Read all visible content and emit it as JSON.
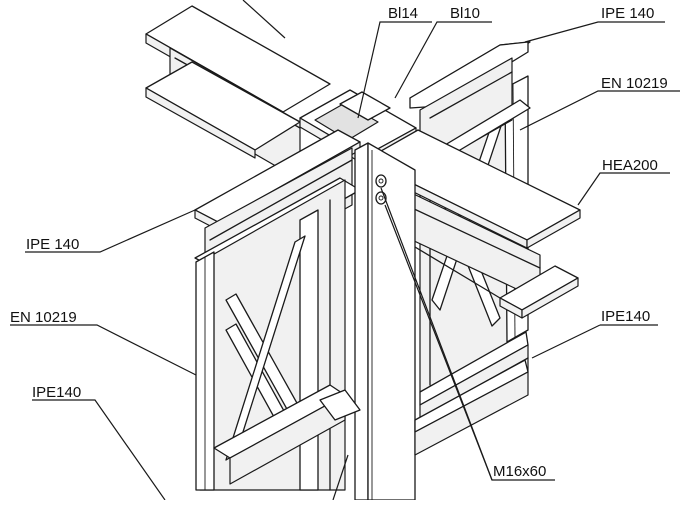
{
  "labels": {
    "bl14": "Bl14",
    "bl10": "Bl10",
    "ipe140_top_right": "IPE 140",
    "en10219_right": "EN 10219",
    "hea200": "HEA200",
    "ipe140_left": "IPE 140",
    "en10219_left": "EN 10219",
    "ipe140_right": "IPE140",
    "ipe140_bottom_left": "IPE140",
    "m16x60": "M16x60"
  }
}
